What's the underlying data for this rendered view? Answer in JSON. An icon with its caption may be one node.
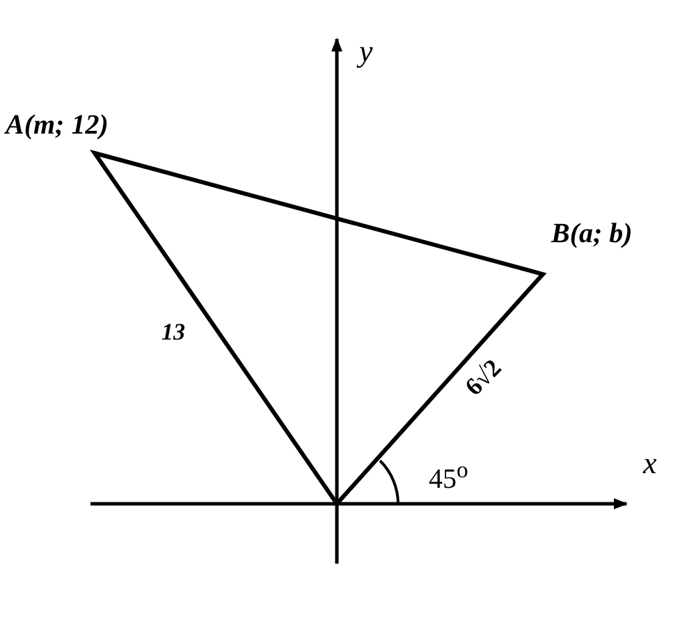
{
  "diagram": {
    "labels": [
      "y",
      "A(m; 12)",
      "B(a; b)",
      "13",
      "6√2",
      "45$^{o}$",
      "x"
    ]
  }
}
